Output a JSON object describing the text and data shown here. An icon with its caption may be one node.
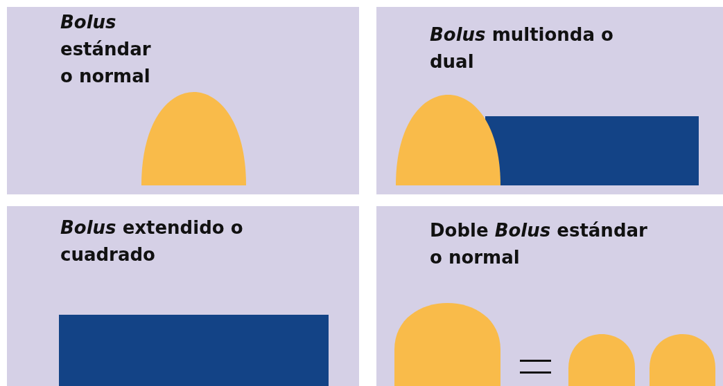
{
  "diagram": {
    "nodes": [
      {
        "text": [
          "*Bolus* estándar o normal"
        ]
      },
      {
        "text": [
          "*Bolus* multionda o dual"
        ]
      },
      {
        "text": [
          "*Bolus* extendido o cuadrado"
        ]
      },
      {
        "text": [
          "Doble *Bolus* estándar o normal"
        ]
      }
    ]
  }
}
